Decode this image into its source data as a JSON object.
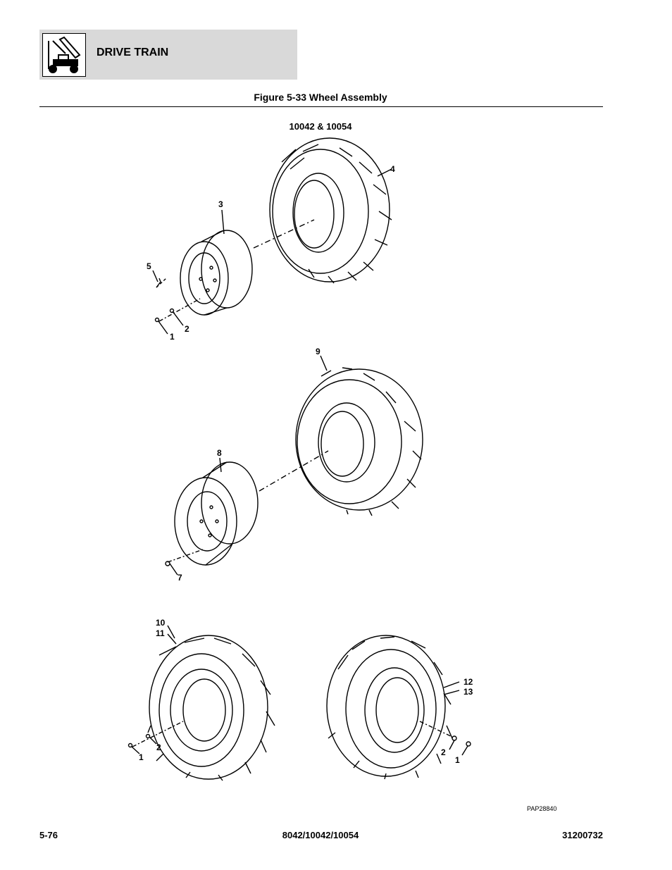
{
  "header": {
    "section": "DRIVE TRAIN"
  },
  "figure": {
    "title": "Figure 5-33 Wheel Assembly",
    "models": "10042 & 10054",
    "art_code": "PAP28840"
  },
  "callouts": {
    "c1": "1",
    "c2": "2",
    "c3": "3",
    "c4": "4",
    "c5": "5",
    "c9": "9",
    "c8": "8",
    "c7": "7",
    "c10": "10",
    "c11": "11",
    "c12": "12",
    "c13": "13",
    "c1b": "1",
    "c2b": "2",
    "c1c": "1",
    "c2c": "2"
  },
  "footer": {
    "page": "5-76",
    "models": "8042/10042/10054",
    "doc_number": "31200732"
  }
}
